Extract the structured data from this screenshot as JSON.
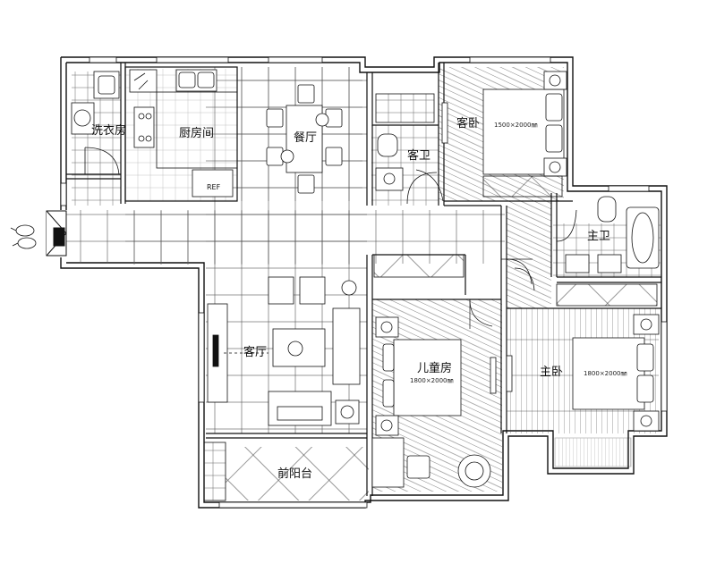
{
  "plan": {
    "rooms": {
      "laundry": "洗衣房",
      "kitchen": "厨房间",
      "dining": "餐厅",
      "guest_bath": "客卫",
      "guest_bedroom": "客卧",
      "master_bath": "主卫",
      "living": "客厅",
      "kids_room": "儿童房",
      "master_bedroom": "主卧",
      "front_balcony": "前阳台"
    },
    "bed_sizes": {
      "guest_bed": "1500×2000㎜",
      "kids_bed": "1800×2000㎜",
      "master_bed": "1800×2000㎜"
    },
    "fridge_label": "REF"
  }
}
